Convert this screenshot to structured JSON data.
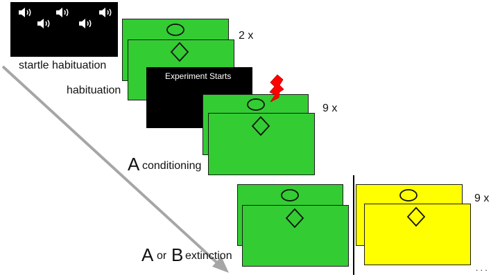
{
  "colors": {
    "green": "#33cc33",
    "yellow": "#ffff00",
    "black": "#000000",
    "arrow": "#a6a6a6",
    "lightning": "#ff0000"
  },
  "icons": [
    "speaker-icon",
    "lightning-icon"
  ],
  "labels": {
    "startle_habituation": "startle habituation",
    "habituation": "habituation",
    "experiment_starts": "Experiment Starts",
    "repeat_habituation": "2 x",
    "repeat_conditioning": "9 x",
    "repeat_extinction": "9 x",
    "conditioning_letter": "A",
    "conditioning_word": "conditioning",
    "extinction_letter_a": "A",
    "extinction_or": "or",
    "extinction_letter_b": "B",
    "extinction_word": "extinction",
    "ellipsis": ". . ."
  }
}
